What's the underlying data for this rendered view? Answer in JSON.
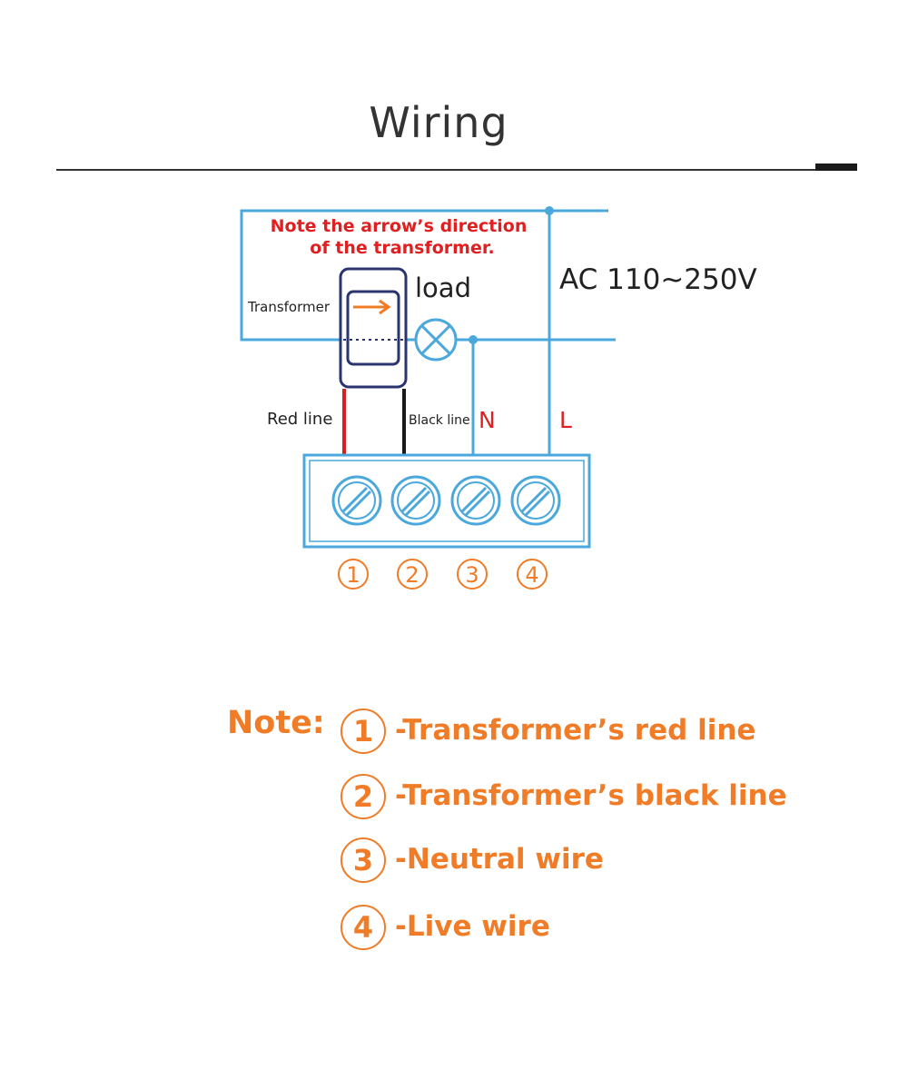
{
  "title": "Wiring",
  "diagram": {
    "note_line1": "Note the arrow’s direction",
    "note_line2": "of the transformer.",
    "transformer_label": "Transformer",
    "load_label": "load",
    "voltage_label": "AC 110~250V",
    "red_line_label": "Red line",
    "black_line_label": "Black line",
    "neutral_label": "N",
    "live_label": "L",
    "terminals": [
      "1",
      "2",
      "3",
      "4"
    ]
  },
  "notes": {
    "heading": "Note:",
    "items": [
      {
        "num": "1",
        "text": "-Transformer’s red line"
      },
      {
        "num": "2",
        "text": "-Transformer’s black line"
      },
      {
        "num": "3",
        "text": "-Neutral wire"
      },
      {
        "num": "4",
        "text": "-Live wire"
      }
    ]
  },
  "colors": {
    "wire": "#4aa8dc",
    "accent_orange": "#f07c28",
    "note_red": "#e02020",
    "transformer_outline": "#2a3570",
    "text_dark": "#222222"
  }
}
